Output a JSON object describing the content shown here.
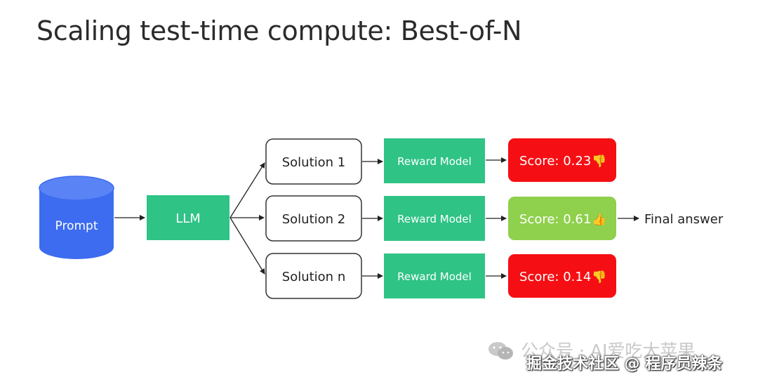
{
  "title": "Scaling test-time compute: Best-of-N",
  "colors": {
    "prompt_fill": "#3d6cf0",
    "llm_fill": "#2fc386",
    "reward_fill": "#2fc386",
    "bad_score_fill": "#f50f14",
    "good_score_fill": "#8fd04c",
    "solution_border": "#333333"
  },
  "nodes": {
    "prompt": "Prompt",
    "llm": "LLM",
    "solutions": [
      "Solution 1",
      "Solution 2",
      "Solution n"
    ],
    "reward_models": [
      "Reward Model",
      "Reward Model",
      "Reward Model"
    ],
    "scores": [
      {
        "label": "Score: 0.23",
        "icon": "thumbs-down-icon",
        "glyph": "👎",
        "status": "bad"
      },
      {
        "label": "Score: 0.61",
        "icon": "thumbs-up-icon",
        "glyph": "👍",
        "status": "good"
      },
      {
        "label": "Score: 0.14",
        "icon": "thumbs-down-icon",
        "glyph": "👎",
        "status": "bad"
      }
    ],
    "final": "Final answer"
  },
  "watermark": {
    "back_text": "公众号 · AI爱吃大苹果",
    "front_text": "掘金技术社区 @ 程序员辣条",
    "icon": "wechat-icon"
  }
}
